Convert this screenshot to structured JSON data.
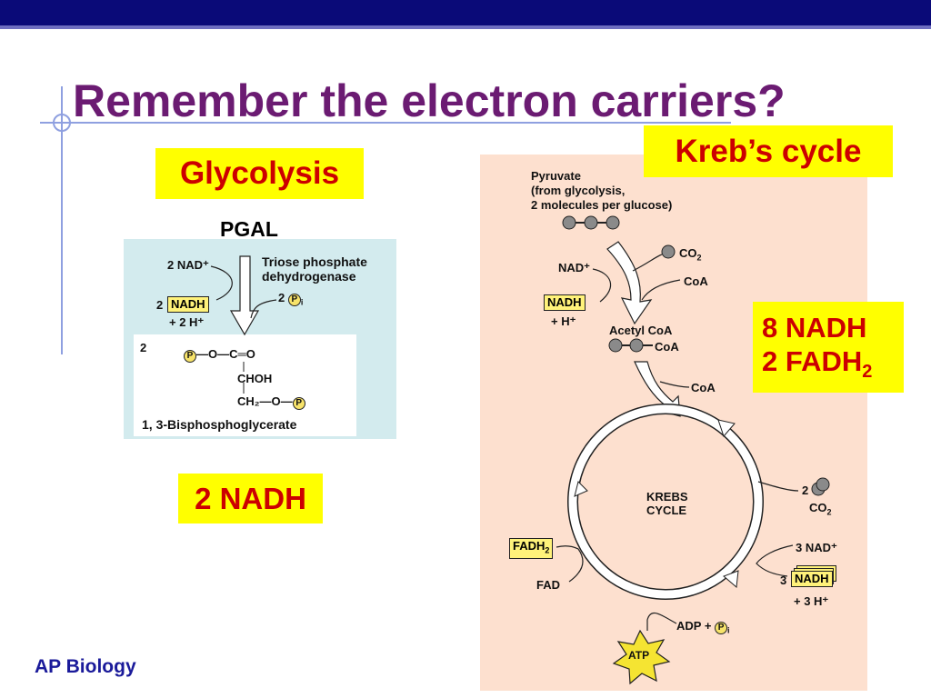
{
  "slide": {
    "title": "Remember the electron carriers?",
    "footer": "AP Biology"
  },
  "labels": {
    "glycolysis": "Glycolysis",
    "krebs": "Kreb’s cycle",
    "glyco_nadh": "2 NADH",
    "krebs_nadh": "8 NADH",
    "krebs_fadh": "2 FADH",
    "krebs_fadh_sub": "2",
    "pgal": "PGAL"
  },
  "glycolysis_diagram": {
    "nad_in": "2 NAD⁺",
    "enzyme_1": "Triose phosphate",
    "enzyme_2": "dehydrogenase",
    "pi_coef": "2",
    "pi": "P",
    "pi_sub": "i",
    "nadh_coef": "2",
    "nadh": "NADH",
    "h_plus": "+ 2 H⁺",
    "product_coef": "2",
    "p": "P",
    "bond_co": "—O—C═O",
    "choh": "CHOH",
    "ch2": "CH₂—O—",
    "product_name": "1, 3-Bisphosphoglycerate"
  },
  "krebs_diagram": {
    "pyruvate_1": "Pyruvate",
    "pyruvate_2": "(from glycolysis,",
    "pyruvate_3": "2 molecules per glucose)",
    "co2": "CO",
    "co2_sub": "2",
    "nad_plus": "NAD⁺",
    "coa_1": "CoA",
    "nadh": "NADH",
    "h_plus": "+ H⁺",
    "acetyl_coa": "Acetyl CoA",
    "coa_2": "CoA",
    "coa_3": "CoA",
    "cycle_1": "KREBS",
    "cycle_2": "CYCLE",
    "co2_coef": "2",
    "co2b": "CO",
    "co2b_sub": "2",
    "nad3": "3 NAD⁺",
    "nadh3_coef": "3",
    "nadh3": "NADH",
    "h3": "+ 3 H⁺",
    "fadh2": "FADH",
    "fadh2_sub": "2",
    "fad": "FAD",
    "adp": "ADP +",
    "pi": "P",
    "pi_sub": "i",
    "atp": "ATP"
  },
  "colors": {
    "title": "#6b1b72",
    "label_bg": "#ffff00",
    "label_text": "#cc0000",
    "footer": "#1a1a9a",
    "top_bar": "#0a0a78"
  }
}
